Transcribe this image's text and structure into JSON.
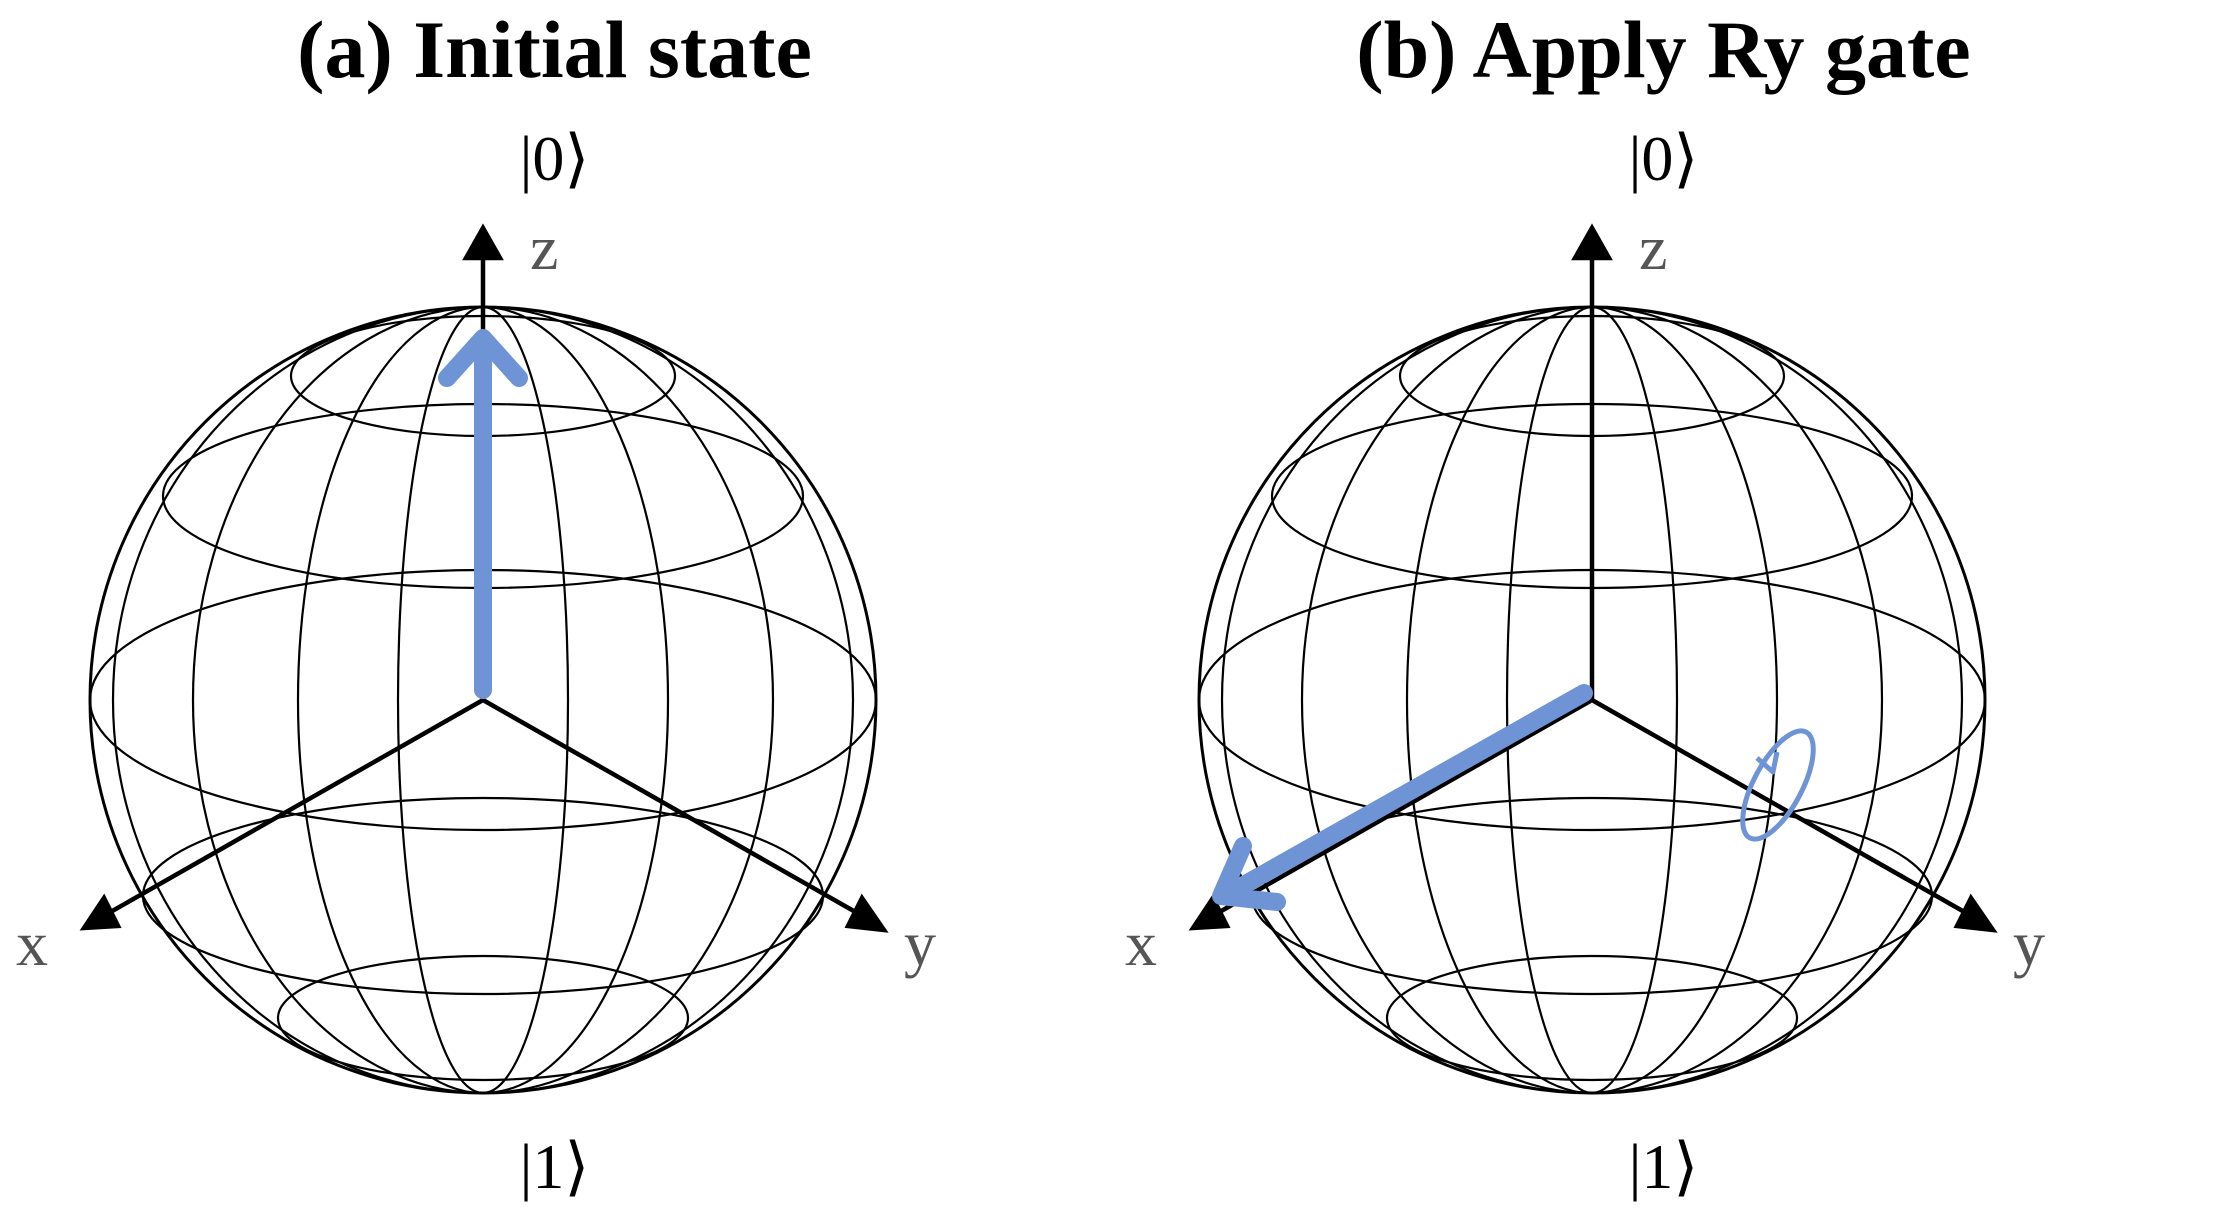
{
  "panels": [
    {
      "title": "(a) Initial state",
      "top_state": "|0⟩",
      "bottom_state": "|1⟩",
      "axes": {
        "x": "x",
        "y": "y",
        "z": "z"
      },
      "state_vector": "z"
    },
    {
      "title": "(b) Apply Ry gate",
      "top_state": "|0⟩",
      "bottom_state": "|1⟩",
      "axes": {
        "x": "x",
        "y": "y",
        "z": "z"
      },
      "state_vector": "x",
      "rotation_axis": "y"
    }
  ],
  "colors": {
    "state_vector": "#6f94d6",
    "wireframe": "#000000",
    "axis_label": "#555555"
  }
}
